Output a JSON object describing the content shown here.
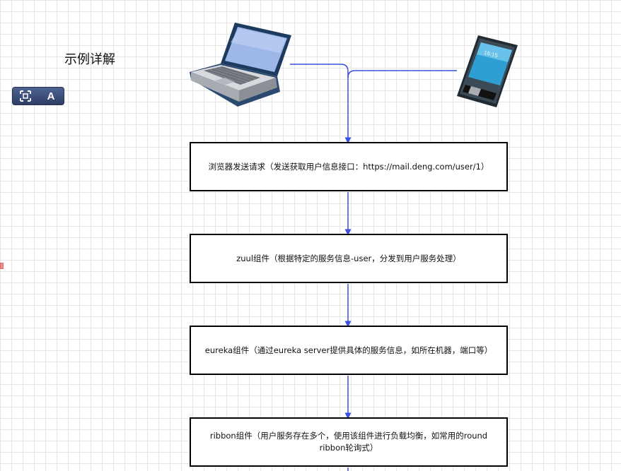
{
  "diagram": {
    "title": "示例详解",
    "toolbar": {
      "select_icon": "selection-frame-icon",
      "text_label": "A"
    },
    "devices": {
      "laptop": "laptop-icon",
      "phone": "smartphone-icon",
      "phone_time": "16:15"
    },
    "boxes": [
      {
        "label": "浏览器发送请求（发送获取用户信息接口：https://mail.deng.com/user/1）"
      },
      {
        "label": "zuul组件（根据特定的服务信息-user，分发到用户服务处理）"
      },
      {
        "label": "eureka组件（通过eureka server提供具体的服务信息，如所在机器，端口等）"
      },
      {
        "label": "ribbon组件（用户服务存在多个，使用该组件进行负载均衡，如常用的round ribbon轮询式）"
      }
    ],
    "colors": {
      "connector": "#3b4fe0",
      "box_border": "#000000",
      "toolbar": "#3a4d78"
    }
  }
}
